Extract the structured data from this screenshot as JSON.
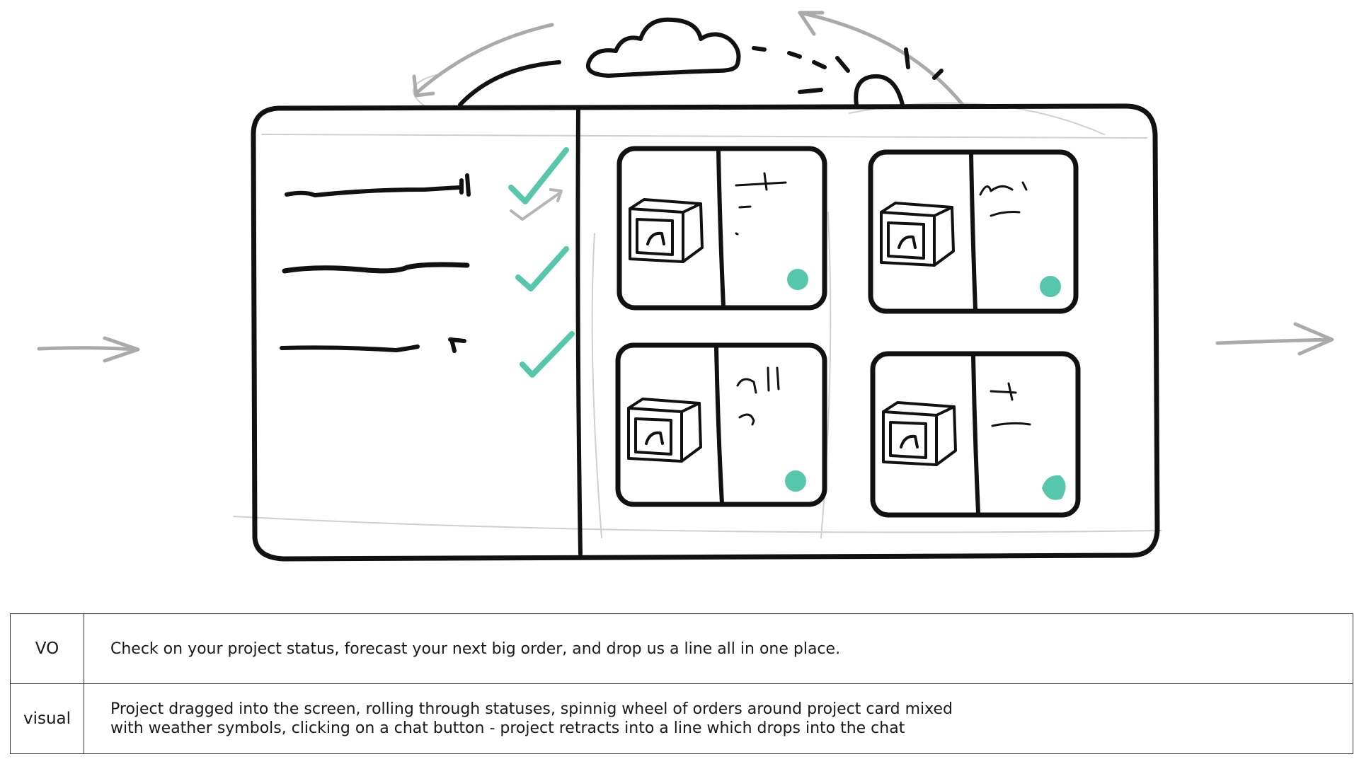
{
  "sketch": {
    "scene": "dashboard-storyboard-frame",
    "accent_color": "#57c7ac",
    "ink_color": "#111111",
    "pencil_color": "#b9b9b9",
    "checklist_items": 3,
    "cards": 4
  },
  "notes": {
    "vo": {
      "label": "VO",
      "text": "Check on your project status, forecast your next big order, and drop us a line all in one place."
    },
    "visual": {
      "label": "visual",
      "lines": [
        "Project dragged into the screen, rolling through statuses, spinnig wheel of orders around project card mixed",
        "with weather symbols, clicking on a chat button - project retracts into a line which drops into the chat"
      ]
    }
  }
}
